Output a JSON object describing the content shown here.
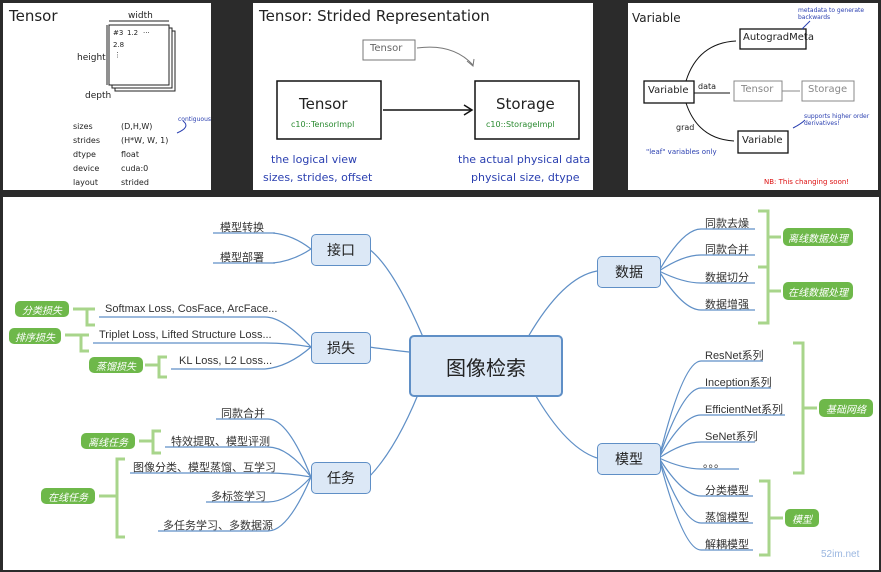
{
  "panel1": {
    "title": "Tensor",
    "width_label": "width",
    "height_label": "height",
    "depth_label": "depth",
    "cells": [
      "#3",
      "1.2",
      "···",
      "2.8",
      "⋮"
    ],
    "props": [
      {
        "k": "sizes",
        "v": "(D,H,W)"
      },
      {
        "k": "strides",
        "v": "(H*W, W, 1)"
      },
      {
        "k": "dtype",
        "v": "float"
      },
      {
        "k": "device",
        "v": "cuda:0"
      },
      {
        "k": "layout",
        "v": "strided"
      }
    ],
    "note": "contiguous"
  },
  "panel2": {
    "title": "Tensor: Strided Representation",
    "small_tensor": "Tensor",
    "tensor": "Tensor",
    "tensor_impl": "c10::TensorImpl",
    "storage": "Storage",
    "storage_impl": "c10::StorageImpl",
    "left_note1": "the logical view",
    "left_note2": "sizes, strides, offset",
    "right_note1": "the actual physical data",
    "right_note2": "physical size, dtype"
  },
  "panel3": {
    "title": "Variable",
    "variable": "Variable",
    "autograd": "AutogradMeta",
    "tensor": "Tensor",
    "storage": "Storage",
    "variable2": "Variable",
    "data": "data",
    "grad": "grad",
    "meta_note": "metadata to generate backwards",
    "higher_note": "supports higher order derivatives!",
    "leaf_note": "\"leaf\" variables only",
    "nb": "NB: This changing soon!"
  },
  "mindmap": {
    "center": "图像检索",
    "left": [
      {
        "label": "接口",
        "leaves": [
          "模型转换",
          "模型部署"
        ]
      },
      {
        "label": "损失",
        "leaves": [
          "Softmax Loss, CosFace, ArcFace...",
          "Triplet Loss, Lifted Structure Loss...",
          "KL Loss, L2 Loss..."
        ]
      },
      {
        "label": "任务",
        "leaves": [
          "同款合并",
          "特效提取、模型评测",
          "图像分类、模型蒸馏、互学习",
          "多标签学习",
          "多任务学习、多数据源"
        ]
      }
    ],
    "left_tags": [
      "分类损失",
      "排序损失",
      "蒸馏损失",
      "离线任务",
      "在线任务"
    ],
    "right": [
      {
        "label": "数据",
        "leaves": [
          "同款去燥",
          "同款合并",
          "数据切分",
          "数据增强"
        ]
      },
      {
        "label": "模型",
        "leaves": [
          "ResNet系列",
          "Inception系列",
          "EfficientNet系列",
          "SeNet系列",
          "。。。",
          "分类模型",
          "蒸馏模型",
          "解耦模型"
        ]
      }
    ],
    "right_tags": [
      "离线数据处理",
      "在线数据处理",
      "基础网络",
      "模型"
    ],
    "watermark_site": "52im.net"
  },
  "colors": {
    "accent_blue": "#5f8fc6",
    "tag_green": "#6eb84a",
    "node_fill": "#dce8f6"
  }
}
